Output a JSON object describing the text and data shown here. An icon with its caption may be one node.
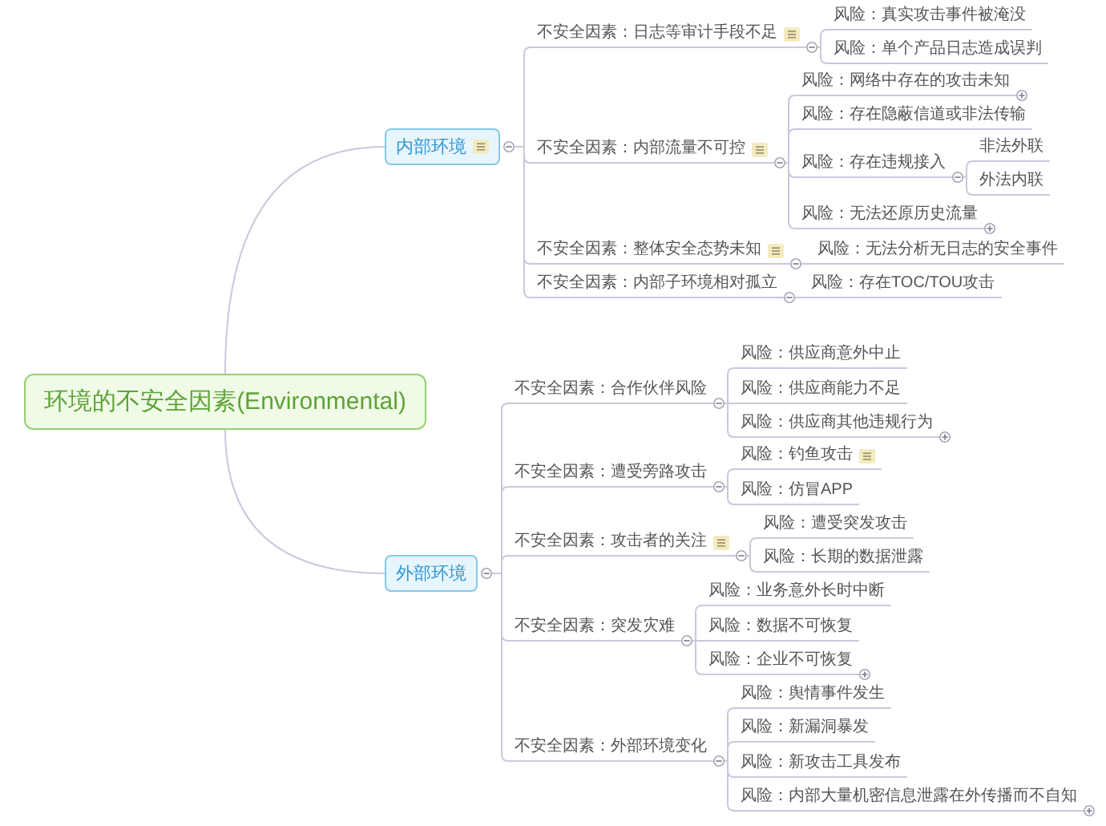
{
  "diagram": {
    "nodes": [
      {
        "text": [
          "环境的不安全因素(Environmental)"
        ]
      },
      {
        "text": [
          "内部环境"
        ]
      },
      {
        "text": [
          "不安全因素：日志等审计手段不足"
        ]
      },
      {
        "text": [
          "风险：真实攻击事件被淹没"
        ]
      },
      {
        "text": [
          "风险：单个产品日志造成误判"
        ]
      },
      {
        "text": [
          "不安全因素：内部流量不可控"
        ]
      },
      {
        "text": [
          "风险：网络中存在的攻击未知"
        ]
      },
      {
        "text": [
          "风险：存在隐蔽信道或非法传输"
        ]
      },
      {
        "text": [
          "风险：存在违规接入"
        ]
      },
      {
        "text": [
          "非法外联"
        ]
      },
      {
        "text": [
          "外法内联"
        ]
      },
      {
        "text": [
          "风险：无法还原历史流量"
        ]
      },
      {
        "text": [
          "不安全因素：整体安全态势未知"
        ]
      },
      {
        "text": [
          "风险：无法分析无日志的安全事件"
        ]
      },
      {
        "text": [
          "不安全因素：内部子环境相对孤立"
        ]
      },
      {
        "text": [
          "风险：存在TOC/TOU攻击"
        ]
      },
      {
        "text": [
          "外部环境"
        ]
      },
      {
        "text": [
          "不安全因素：合作伙伴风险"
        ]
      },
      {
        "text": [
          "风险：供应商意外中止"
        ]
      },
      {
        "text": [
          "风险：供应商能力不足"
        ]
      },
      {
        "text": [
          "风险：供应商其他违规行为"
        ]
      },
      {
        "text": [
          "不安全因素：遭受旁路攻击"
        ]
      },
      {
        "text": [
          "风险：钓鱼攻击"
        ]
      },
      {
        "text": [
          "风险：仿冒APP"
        ]
      },
      {
        "text": [
          "不安全因素：攻击者的关注"
        ]
      },
      {
        "text": [
          "风险：遭受突发攻击"
        ]
      },
      {
        "text": [
          "风险：长期的数据泄露"
        ]
      },
      {
        "text": [
          "不安全因素：突发灾难"
        ]
      },
      {
        "text": [
          "风险：业务意外长时中断"
        ]
      },
      {
        "text": [
          "风险：数据不可恢复"
        ]
      },
      {
        "text": [
          "风险：企业不可恢复"
        ]
      },
      {
        "text": [
          "不安全因素：外部环境变化"
        ]
      },
      {
        "text": [
          "风险：舆情事件发生"
        ]
      },
      {
        "text": [
          "风险：新漏洞暴发"
        ]
      },
      {
        "text": [
          "风险：新攻击工具发布"
        ]
      },
      {
        "text": [
          "风险：内部大量机密信息泄露在外传播而不自知"
        ]
      }
    ],
    "edges": [
      {
        "from": 0,
        "to": 1,
        "arrow": "none"
      },
      {
        "from": 1,
        "to": 2,
        "arrow": "none"
      },
      {
        "from": 2,
        "to": 3,
        "arrow": "none"
      },
      {
        "from": 2,
        "to": 4,
        "arrow": "none"
      },
      {
        "from": 1,
        "to": 5,
        "arrow": "none"
      },
      {
        "from": 5,
        "to": 6,
        "arrow": "none"
      },
      {
        "from": 5,
        "to": 7,
        "arrow": "none"
      },
      {
        "from": 5,
        "to": 8,
        "arrow": "none"
      },
      {
        "from": 8,
        "to": 9,
        "arrow": "none"
      },
      {
        "from": 8,
        "to": 10,
        "arrow": "none"
      },
      {
        "from": 5,
        "to": 11,
        "arrow": "none"
      },
      {
        "from": 1,
        "to": 12,
        "arrow": "none"
      },
      {
        "from": 12,
        "to": 13,
        "arrow": "none"
      },
      {
        "from": 1,
        "to": 14,
        "arrow": "none"
      },
      {
        "from": 14,
        "to": 15,
        "arrow": "none"
      },
      {
        "from": 0,
        "to": 16,
        "arrow": "none"
      },
      {
        "from": 16,
        "to": 17,
        "arrow": "none"
      },
      {
        "from": 17,
        "to": 18,
        "arrow": "none"
      },
      {
        "from": 17,
        "to": 19,
        "arrow": "none"
      },
      {
        "from": 17,
        "to": 20,
        "arrow": "none"
      },
      {
        "from": 16,
        "to": 21,
        "arrow": "none"
      },
      {
        "from": 21,
        "to": 22,
        "arrow": "none"
      },
      {
        "from": 21,
        "to": 23,
        "arrow": "none"
      },
      {
        "from": 16,
        "to": 24,
        "arrow": "none"
      },
      {
        "from": 24,
        "to": 25,
        "arrow": "none"
      },
      {
        "from": 24,
        "to": 26,
        "arrow": "none"
      },
      {
        "from": 16,
        "to": 27,
        "arrow": "none"
      },
      {
        "from": 27,
        "to": 28,
        "arrow": "none"
      },
      {
        "from": 27,
        "to": 29,
        "arrow": "none"
      },
      {
        "from": 27,
        "to": 30,
        "arrow": "none"
      },
      {
        "from": 16,
        "to": 31,
        "arrow": "none"
      },
      {
        "from": 31,
        "to": 32,
        "arrow": "none"
      },
      {
        "from": 31,
        "to": 33,
        "arrow": "none"
      },
      {
        "from": 31,
        "to": 34,
        "arrow": "none"
      },
      {
        "from": 31,
        "to": 35,
        "arrow": "none"
      }
    ]
  }
}
